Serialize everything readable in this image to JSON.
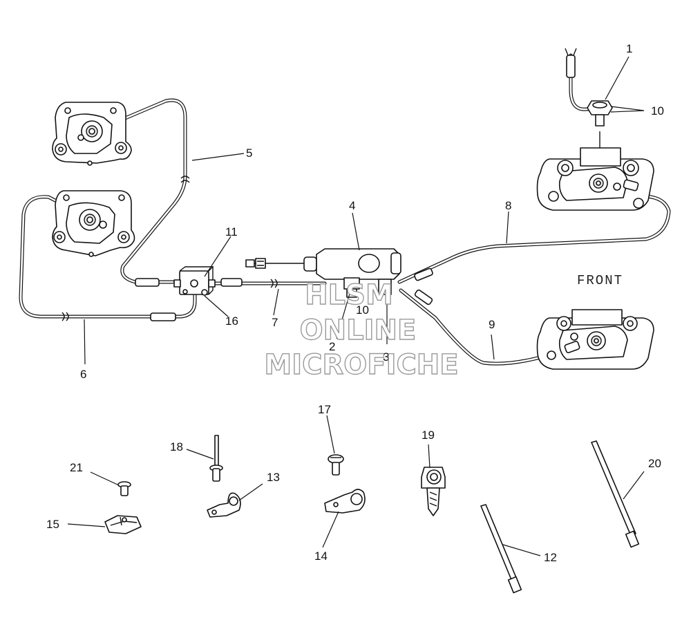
{
  "diagram": {
    "orientation_label": "FRONT",
    "callouts": {
      "c1": "1",
      "c2": "2",
      "c3": "3",
      "c4": "4",
      "c5": "5",
      "c6": "6",
      "c7": "7",
      "c8": "8",
      "c9": "9",
      "c10a": "10",
      "c10b": "10",
      "c11": "11",
      "c12": "12",
      "c13": "13",
      "c14": "14",
      "c15": "15",
      "c16": "16",
      "c17": "17",
      "c18": "18",
      "c19": "19",
      "c20": "20",
      "c21": "21"
    }
  },
  "watermark": {
    "line1": "HLSM",
    "line2": "ONLINE",
    "line3": "MICROFICHE"
  }
}
